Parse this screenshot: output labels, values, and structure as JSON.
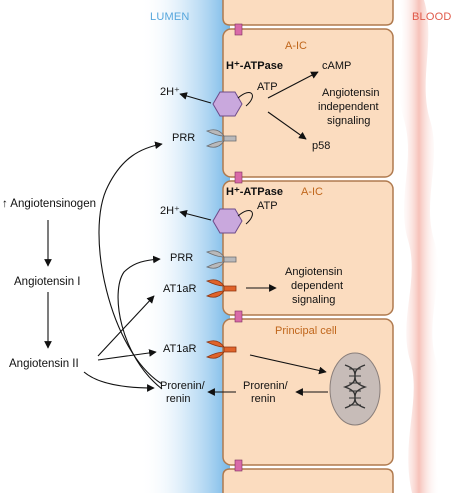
{
  "header": {
    "lumen": "LUMEN",
    "blood": "BLOOD"
  },
  "cells": {
    "aic_top": {
      "title": "A-IC",
      "pump": "H⁺-ATPase",
      "proton": "2H⁺",
      "atp": "ATP",
      "camp": "cAMP",
      "signaling": [
        "Angiotensin",
        "independent",
        "signaling"
      ],
      "p58": "p58",
      "prr": "PRR"
    },
    "aic_mid": {
      "title": "A-IC",
      "pump": "H⁺-ATPase",
      "proton": "2H⁺",
      "atp": "ATP",
      "prr": "PRR",
      "at1ar": "AT1aR",
      "signaling": [
        "Angiotensin",
        "dependent",
        "signaling"
      ]
    },
    "principal": {
      "title": "Principal cell",
      "at1ar": "AT1aR",
      "prorenin_inside": [
        "Prorenin/",
        "renin"
      ],
      "prorenin_outside": [
        "Prorenin/",
        "renin"
      ]
    }
  },
  "pathway": {
    "angiotensinogen": "↑ Angiotensinogen",
    "angiotensin1": "Angiotensin I",
    "angiotensin2": "Angiotensin II"
  },
  "colors": {
    "cell_fill": "#fbdcbf",
    "cell_border": "#b07a4e",
    "lumen_blue": "#6fb4e6",
    "blood_red": "#e05a4a",
    "title_orange": "#c0661b",
    "pump_purple": "#c9a8dd",
    "receptor_gray": "#b9b9bb",
    "receptor_orange": "#e0632a",
    "junction_pink": "#d96aa8",
    "dna_fill": "#c7bcb8"
  }
}
